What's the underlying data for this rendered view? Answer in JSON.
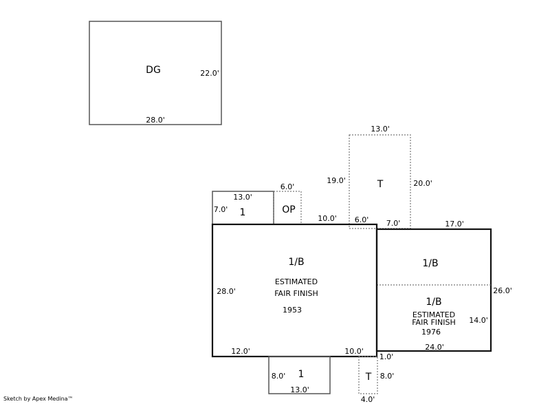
{
  "areas": {
    "dg": {
      "label": "DG",
      "dims": [
        "22.0'",
        "28.0'"
      ]
    },
    "top_t": {
      "label": "T",
      "dims": [
        "13.0'",
        "19.0'",
        "20.0'"
      ]
    },
    "top_room1": {
      "label": "1",
      "dims": [
        "13.0'",
        "7.0'"
      ]
    },
    "op": {
      "label": "OP",
      "dims": [
        "6.0'"
      ]
    },
    "main": {
      "label": "1/B",
      "note1": "ESTIMATED",
      "note2": "FAIR FINISH",
      "year": "1953",
      "dims": [
        "10.0'",
        "6.0'",
        "28.0'",
        "12.0'",
        "10.0'"
      ]
    },
    "right_upper": {
      "label": "1/B",
      "dims": [
        "7.0'",
        "17.0'",
        "26.0'"
      ]
    },
    "right_lower": {
      "label": "1/B",
      "note1": "ESTIMATED",
      "note2": "FAIR FINISH",
      "year": "1976",
      "dims": [
        "14.0'",
        "24.0'"
      ]
    },
    "bottom_room1": {
      "label": "1",
      "dims": [
        "8.0'",
        "13.0'"
      ]
    },
    "bottom_t": {
      "label": "T",
      "dims": [
        "1.0'",
        "8.0'",
        "4.0'"
      ]
    }
  },
  "footer": "Sketch by Apex Medina™"
}
